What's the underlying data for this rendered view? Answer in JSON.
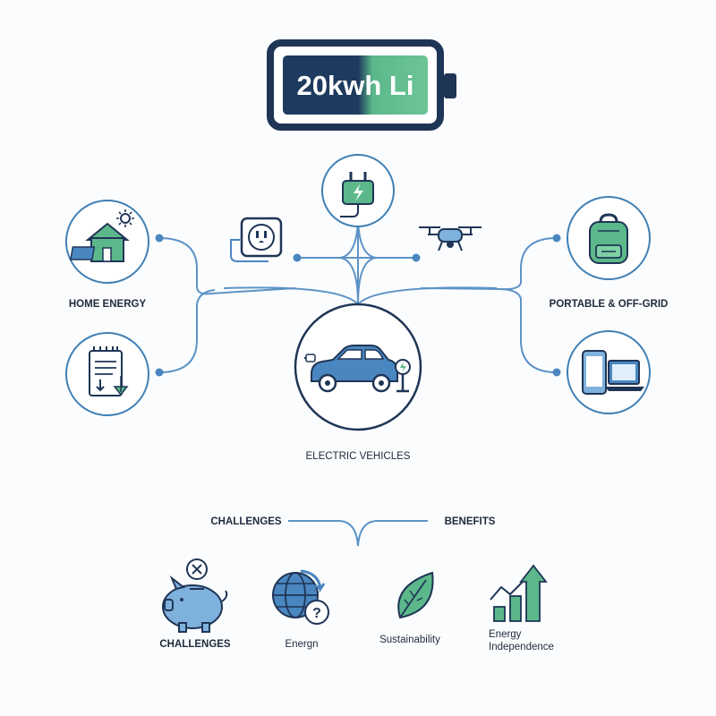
{
  "battery": {
    "label": "20kwh Li"
  },
  "nodes": {
    "home_energy": "HOME ENERGY",
    "portable": "PORTABLE & OFF-GRID",
    "electric_vehicles": "ELECTRIC VEHICLES"
  },
  "branch": {
    "challenges": "CHALLENGES",
    "benefits": "BENEFITS"
  },
  "bottom_items": {
    "challenges": "CHALLENGES",
    "energy": "Energn",
    "sustainability": "Sustainability",
    "independence_line1": "Energy",
    "independence_line2": "Independence"
  },
  "icons": [
    "battery-icon",
    "plug-icon",
    "outlet-icon",
    "drone-icon",
    "house-solar-icon",
    "document-icon",
    "backpack-icon",
    "devices-icon",
    "electric-car-icon",
    "charging-station-icon",
    "piggy-bank-icon",
    "globe-question-icon",
    "leaf-icon",
    "growth-chart-icon"
  ],
  "colors": {
    "navy": "#1f3556",
    "blue": "#4a86c0",
    "light_blue": "#7fb1dd",
    "green": "#5cb88a",
    "line": "#5d93c6"
  }
}
